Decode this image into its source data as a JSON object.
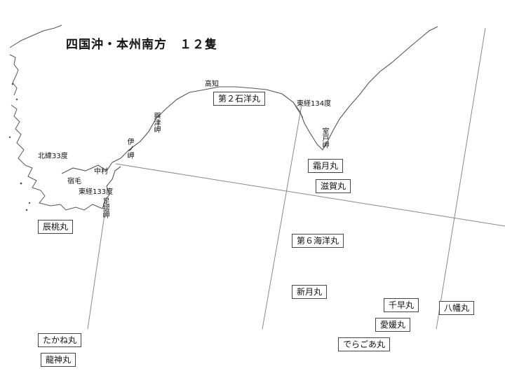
{
  "title": "四国沖・本州南方　１２隻",
  "ships": {
    "s1": "第２石洋丸",
    "s2": "霜月丸",
    "s3": "滋賀丸",
    "s4": "辰桃丸",
    "s5": "第６海洋丸",
    "s6": "新月丸",
    "s7": "千早丸",
    "s8": "八幡丸",
    "s9": "愛媛丸",
    "s10": "でらごあ丸",
    "s11": "たかね丸",
    "s12": "龍神丸"
  },
  "places": {
    "kochi": "高知",
    "okitsu": "興津岬",
    "inomisaki": "伊ノ岬",
    "muroto": "室戸岬",
    "ashizuri": "足摺岬",
    "nakamura": "中村",
    "sukumo": "宿毛",
    "lat33": "北緯33度",
    "lon133": "東経133度",
    "lon134": "東経134度"
  },
  "colors": {
    "coast": "#555555",
    "grid": "#888888",
    "box_border": "#444444"
  }
}
